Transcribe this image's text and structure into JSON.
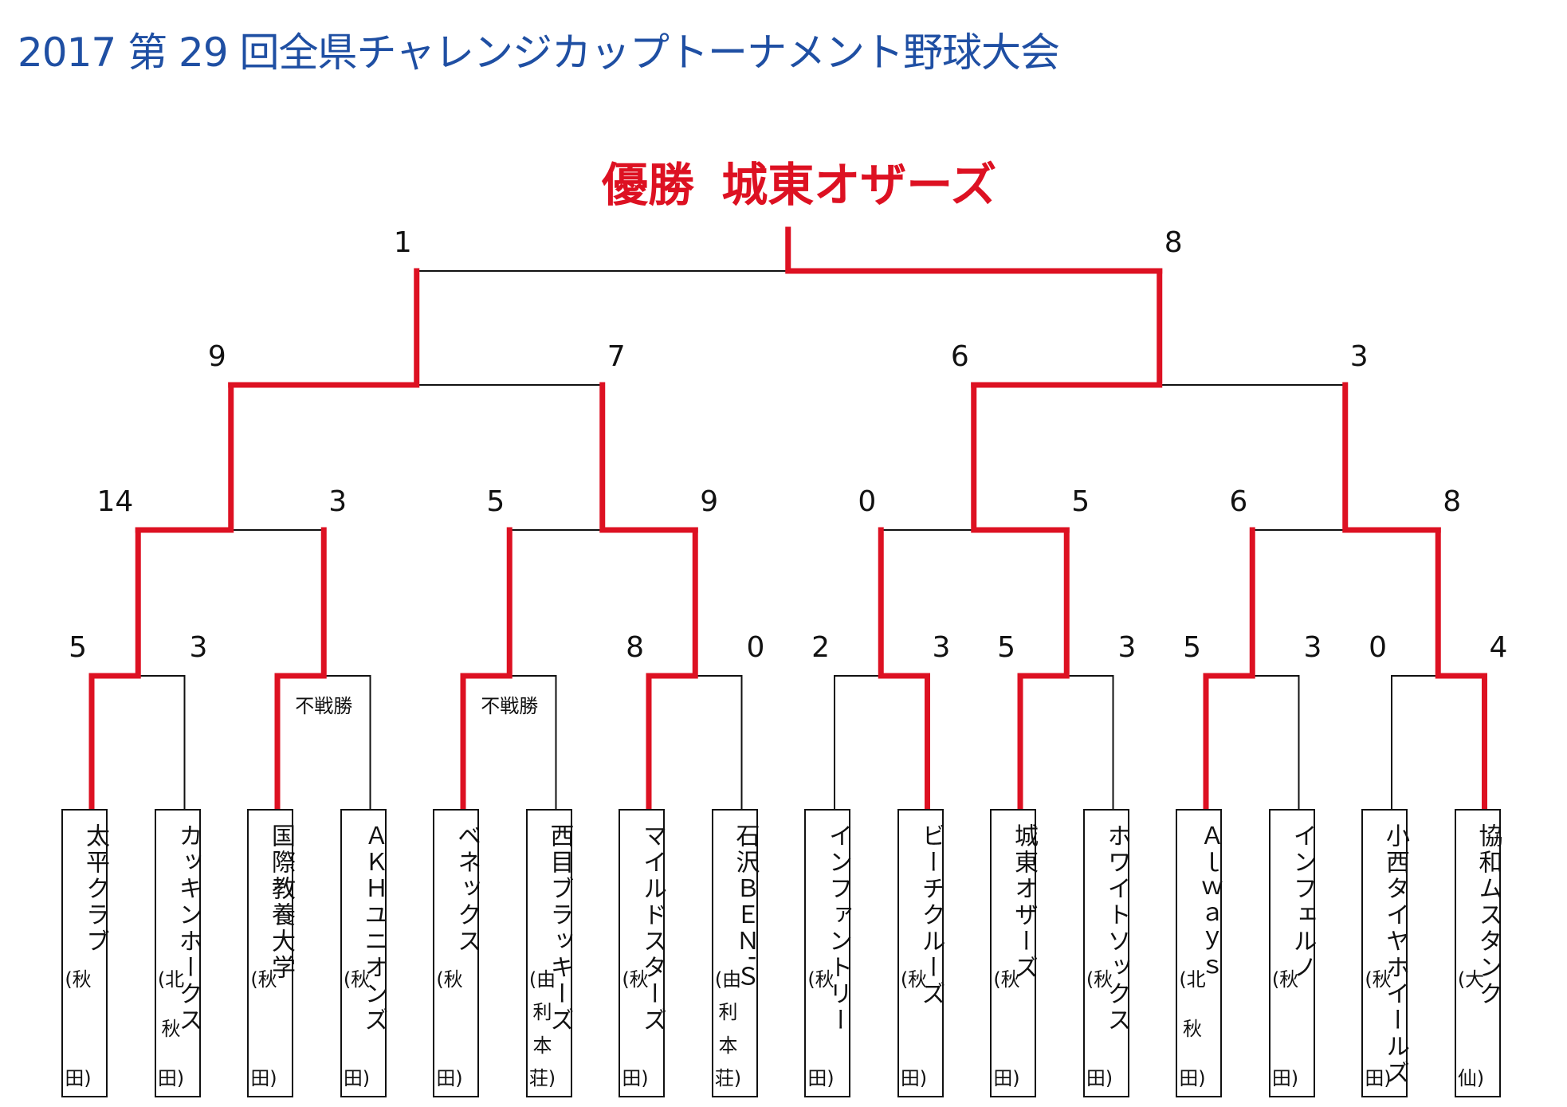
{
  "title": "2017 第 29 回全県チャレンジカップトーナメント野球大会",
  "champion": "優勝  城東オザーズ",
  "colors": {
    "title": "#1f4fa3",
    "winner_line": "#dd1122",
    "line": "#111111"
  },
  "walkover_label": "不戦勝",
  "teams": [
    {
      "name": "太平クラブ",
      "pref": [
        "(秋",
        "田)"
      ]
    },
    {
      "name": "カッキンホークス",
      "pref": [
        "(北",
        "秋",
        "田)"
      ]
    },
    {
      "name": "国際教養大学",
      "pref": [
        "(秋",
        "田)"
      ]
    },
    {
      "name": "ＡＫＨユニオンズ",
      "pref": [
        "(秋",
        "田)"
      ]
    },
    {
      "name": "ベネックス",
      "pref": [
        "(秋",
        "田)"
      ]
    },
    {
      "name": "西目ブラッキーズ",
      "pref": [
        "(由",
        "利",
        "本",
        "荘)"
      ]
    },
    {
      "name": "マイルドスターズ",
      "pref": [
        "(秋",
        "田)"
      ]
    },
    {
      "name": "石沢ＢＥＮ'Ｓ",
      "pref": [
        "(由",
        "利",
        "本",
        "荘)"
      ]
    },
    {
      "name": "インファントリー",
      "pref": [
        "(秋",
        "田)"
      ]
    },
    {
      "name": "ビーチクルーズ",
      "pref": [
        "(秋",
        "田)"
      ]
    },
    {
      "name": "城東オザーズ",
      "pref": [
        "(秋",
        "田)"
      ]
    },
    {
      "name": "ホワイトソックス",
      "pref": [
        "(秋",
        "田)"
      ]
    },
    {
      "name": "Ａｌｗａｙｓ",
      "pref": [
        "(北",
        "秋",
        "田)"
      ]
    },
    {
      "name": "インフェルノ",
      "pref": [
        "(秋",
        "田)"
      ]
    },
    {
      "name": "小西タイヤホイールズ",
      "pref": [
        "(秋",
        "田)"
      ]
    },
    {
      "name": "協和ムスタンク",
      "pref": [
        "(大",
        "仙)"
      ]
    }
  ],
  "rounds": [
    {
      "matches": [
        {
          "scores": [
            "5",
            "3"
          ],
          "winner": 0
        },
        {
          "scores": [
            "",
            ""
          ],
          "winner": 0,
          "walkover": true
        },
        {
          "scores": [
            "",
            ""
          ],
          "winner": 0,
          "walkover": true
        },
        {
          "scores": [
            "8",
            "0"
          ],
          "winner": 0
        },
        {
          "scores": [
            "2",
            "3"
          ],
          "winner": 1
        },
        {
          "scores": [
            "5",
            "3"
          ],
          "winner": 0
        },
        {
          "scores": [
            "5",
            "3"
          ],
          "winner": 0
        },
        {
          "scores": [
            "0",
            "4"
          ],
          "winner": 1
        }
      ]
    },
    {
      "matches": [
        {
          "scores": [
            "14",
            "3"
          ],
          "winner": 0
        },
        {
          "scores": [
            "5",
            "9"
          ],
          "winner": 1
        },
        {
          "scores": [
            "0",
            "5"
          ],
          "winner": 1
        },
        {
          "scores": [
            "6",
            "8"
          ],
          "winner": 1
        }
      ]
    },
    {
      "matches": [
        {
          "scores": [
            "9",
            "7"
          ],
          "winner": 0
        },
        {
          "scores": [
            "6",
            "3"
          ],
          "winner": 0
        }
      ]
    },
    {
      "matches": [
        {
          "scores": [
            "1",
            "8"
          ],
          "winner": 1
        }
      ]
    }
  ]
}
